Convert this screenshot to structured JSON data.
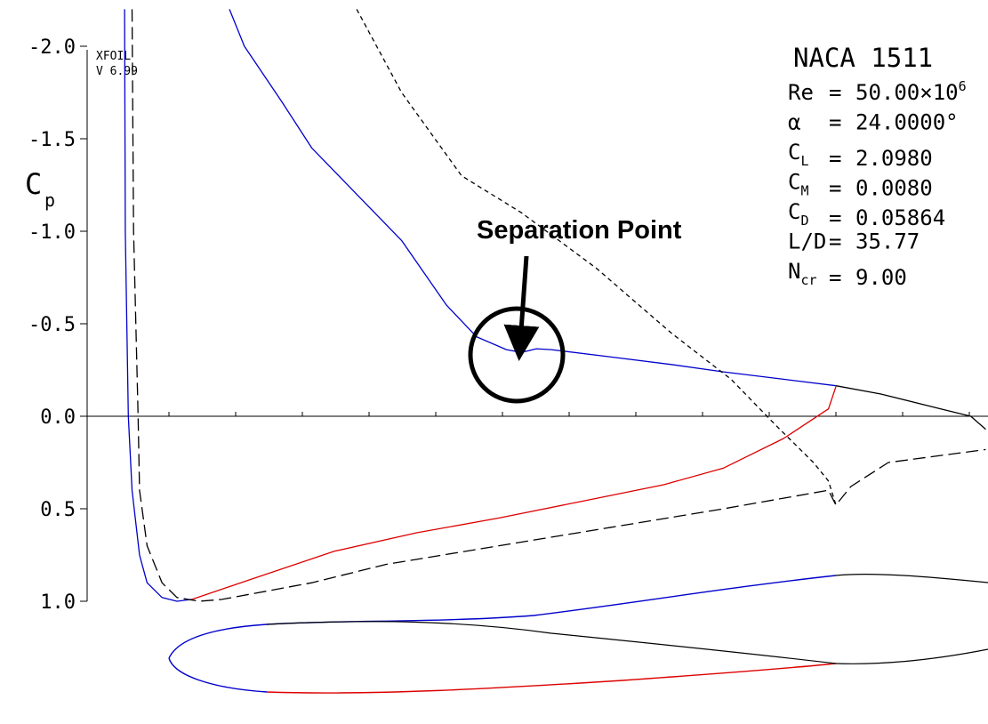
{
  "chart_data": {
    "type": "line",
    "program": "XFOIL",
    "version": "V 6.99",
    "title": "NACA 1511",
    "ylabel": "C",
    "ylabel_sub": "p",
    "ylim": [
      -2.0,
      1.0
    ],
    "y_inverted": true,
    "xlim": [
      0.0,
      1.0
    ],
    "yticks": [
      "-2.0",
      "-1.5",
      "-1.0",
      "-0.5",
      "0.0",
      "0.5",
      "1.0"
    ],
    "ytick_values": [
      -2.0,
      -1.5,
      -1.0,
      -0.5,
      0.0,
      0.5,
      1.0
    ],
    "grid": false,
    "params": [
      {
        "label": "Re",
        "sub": "",
        "eq": "=",
        "value": "50.00×10",
        "sup": "6"
      },
      {
        "label": "α",
        "sub": "",
        "eq": "=",
        "value": "24.0000°",
        "sup": ""
      },
      {
        "label": "C",
        "sub": "L",
        "eq": "=",
        "value": "2.0980",
        "sup": ""
      },
      {
        "label": "C",
        "sub": "M",
        "eq": "=",
        "value": "0.0080",
        "sup": ""
      },
      {
        "label": "C",
        "sub": "D",
        "eq": "=",
        "value": "0.05864",
        "sup": ""
      },
      {
        "label": "L/D",
        "sub": "",
        "eq": "=",
        "value": "35.77",
        "sup": ""
      },
      {
        "label": "N",
        "sub": "cr",
        "eq": "=",
        "value": "9.00",
        "sup": ""
      }
    ],
    "annotation": {
      "text": "Separation Point",
      "x": 0.52,
      "y": -0.35
    },
    "series": [
      {
        "color": "#0000cc",
        "style": "solid",
        "points": [
          [
            0.05,
            -2.2
          ],
          [
            0.051,
            -1.0
          ],
          [
            0.055,
            0.0
          ],
          [
            0.06,
            0.4
          ],
          [
            0.07,
            0.75
          ],
          [
            0.08,
            0.9
          ],
          [
            0.1,
            0.98
          ],
          [
            0.12,
            1.0
          ],
          [
            0.14,
            0.99
          ]
        ]
      },
      {
        "color": "#0000cc",
        "style": "solid",
        "points": [
          [
            0.19,
            -2.2
          ],
          [
            0.21,
            -2.0
          ],
          [
            0.26,
            -1.7
          ],
          [
            0.3,
            -1.45
          ],
          [
            0.36,
            -1.2
          ],
          [
            0.42,
            -0.95
          ],
          [
            0.48,
            -0.6
          ],
          [
            0.52,
            -0.43
          ],
          [
            0.56,
            -0.36
          ],
          [
            0.58,
            -0.345
          ],
          [
            0.6,
            -0.365
          ],
          [
            0.62,
            -0.36
          ],
          [
            0.7,
            -0.32
          ],
          [
            0.78,
            -0.28
          ],
          [
            0.85,
            -0.24
          ],
          [
            0.93,
            -0.2
          ],
          [
            1.0,
            -0.165
          ]
        ]
      },
      {
        "color": "#dd0000",
        "style": "solid",
        "points": [
          [
            0.14,
            0.99
          ],
          [
            0.22,
            0.88
          ],
          [
            0.33,
            0.73
          ],
          [
            0.44,
            0.63
          ],
          [
            0.55,
            0.55
          ],
          [
            0.66,
            0.46
          ],
          [
            0.77,
            0.37
          ],
          [
            0.85,
            0.28
          ],
          [
            0.93,
            0.12
          ],
          [
            0.99,
            -0.04
          ],
          [
            1.0,
            -0.16
          ]
        ]
      },
      {
        "color": "#000000",
        "style": "solid",
        "points": [
          [
            1.0,
            -0.165
          ],
          [
            1.06,
            -0.12
          ],
          [
            1.14,
            -0.04
          ],
          [
            1.18,
            0.0
          ],
          [
            1.2,
            0.07
          ]
        ]
      },
      {
        "color": "#000000",
        "style": "dashed",
        "points": [
          [
            0.06,
            -2.2
          ],
          [
            0.062,
            -1.0
          ],
          [
            0.068,
            0.0
          ],
          [
            0.07,
            0.4
          ],
          [
            0.08,
            0.7
          ],
          [
            0.1,
            0.9
          ],
          [
            0.12,
            0.98
          ],
          [
            0.15,
            1.0
          ],
          [
            0.18,
            0.99
          ],
          [
            0.3,
            0.9
          ],
          [
            0.4,
            0.8
          ],
          [
            0.55,
            0.7
          ],
          [
            0.7,
            0.6
          ],
          [
            0.85,
            0.5
          ],
          [
            0.99,
            0.4
          ],
          [
            1.0,
            0.48
          ],
          [
            1.02,
            0.38
          ],
          [
            1.07,
            0.25
          ],
          [
            1.2,
            0.18
          ]
        ]
      },
      {
        "color": "#000000",
        "style": "dashed",
        "points": [
          [
            0.36,
            -2.2
          ],
          [
            0.42,
            -1.75
          ],
          [
            0.5,
            -1.3
          ],
          [
            0.58,
            -1.1
          ],
          [
            0.68,
            -0.8
          ],
          [
            0.78,
            -0.45
          ],
          [
            0.86,
            -0.2
          ],
          [
            0.92,
            0.05
          ],
          [
            0.97,
            0.25
          ],
          [
            0.99,
            0.35
          ],
          [
            1.0,
            0.48
          ]
        ]
      }
    ]
  }
}
